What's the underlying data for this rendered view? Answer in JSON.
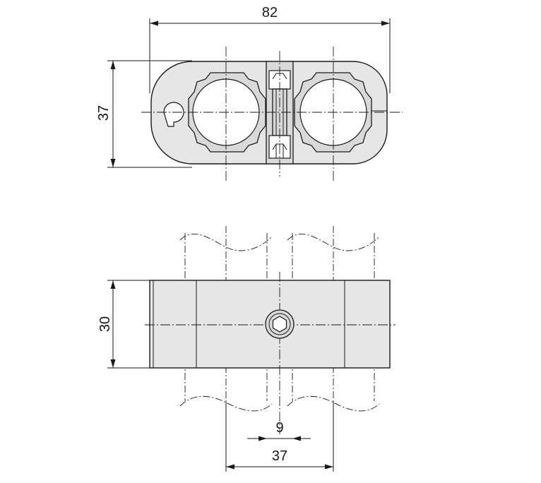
{
  "drawing": {
    "top_view": {
      "width_label": "82",
      "height_label": "37"
    },
    "front_view": {
      "height_label": "30",
      "small_width_label": "9",
      "pitch_label": "37"
    }
  }
}
